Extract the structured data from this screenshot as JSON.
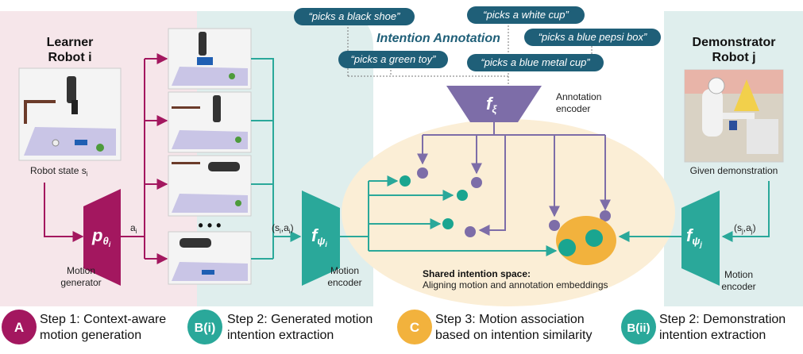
{
  "colors": {
    "learner_bg": "#f6e6ea",
    "teal_bg": "#dfeeed",
    "shared_bg": "#fbeed6",
    "motion_generator": "#a3175f",
    "motion_encoder": "#2aa89a",
    "annotation_encoder": "#7d6da8",
    "annotation_pill": "#1f5f78",
    "dot_teal": "#1aa590",
    "dot_purple": "#7d6da8",
    "shared_blob": "#f2b23d",
    "title_blue": "#1f5f78",
    "badge_a": "#a3175f",
    "badge_b": "#2aa89a",
    "badge_c": "#f2b23d"
  },
  "learner": {
    "title_line1": "Learner",
    "title_line2": "Robot i",
    "state_label": "Robot state s",
    "state_sub": "i"
  },
  "motion_generator": {
    "symbol": "p",
    "subscript": "θ",
    "sub2": "i",
    "label_line1": "Motion",
    "label_line2": "generator",
    "action_label": "a",
    "action_sub": "i"
  },
  "dots_ellipsis": "• • •",
  "motion_encoder_i": {
    "symbol": "f",
    "sub": "ψ",
    "sub2": "i",
    "label_line1": "Motion",
    "label_line2": "encoder",
    "pair_label": "(s",
    "pair_sub1": "i",
    "pair_mid": ",a",
    "pair_sub2": "i",
    "pair_end": ")"
  },
  "intention_annotation": {
    "title": "Intention Annotation",
    "pills": [
      "“picks a black shoe”",
      "“picks a white cup”",
      "“picks a blue pepsi box”",
      "“picks a green toy”",
      "“picks a blue metal cup”"
    ],
    "encoder_symbol": "f",
    "encoder_sub": "ξ",
    "encoder_label_line1": "Annotation",
    "encoder_label_line2": "encoder"
  },
  "shared_space": {
    "title": "Shared intention space:",
    "subtitle": "Aligning motion and annotation embeddings"
  },
  "demonstrator": {
    "title_line1": "Demonstrator",
    "title_line2": "Robot j",
    "demo_label": "Given demonstration"
  },
  "motion_encoder_j": {
    "symbol": "f",
    "sub": "ψ",
    "sub2": "j",
    "label_line1": "Motion",
    "label_line2": "encoder",
    "pair_label": "(s",
    "pair_sub1": "j",
    "pair_mid": ",a",
    "pair_sub2": "j",
    "pair_end": ")"
  },
  "steps": [
    {
      "badge": "A",
      "line1": "Step 1: Context-aware",
      "line2": "motion generation"
    },
    {
      "badge": "B(i)",
      "line1": "Step 2: Generated motion",
      "line2": "intention extraction"
    },
    {
      "badge": "C",
      "line1": "Step 3: Motion association",
      "line2": "based on intention similarity"
    },
    {
      "badge": "B(ii)",
      "line1": "Step 2: Demonstration",
      "line2": "intention extraction"
    }
  ]
}
